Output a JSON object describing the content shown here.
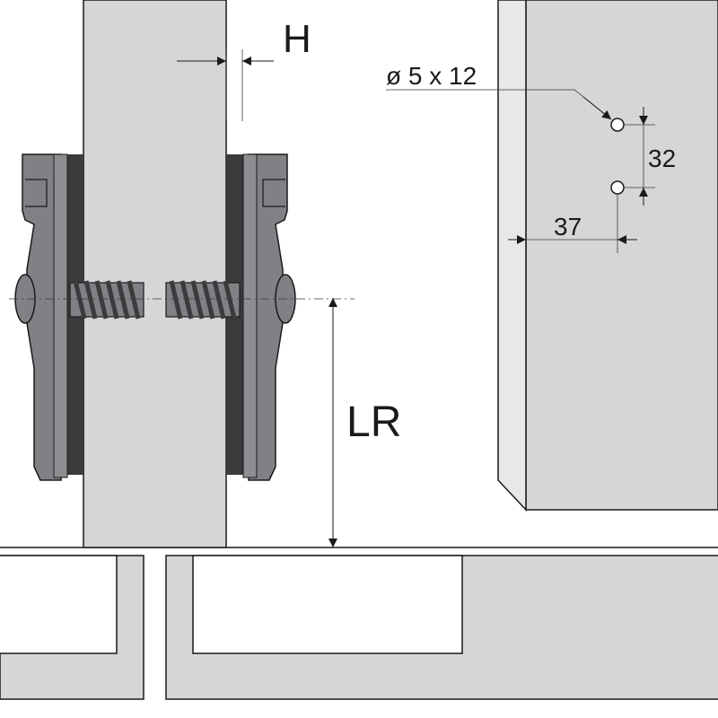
{
  "colors": {
    "panel_fill": "#d6d6d8",
    "panel_stroke": "#1a1a1a",
    "plate_fill": "#808184",
    "plate_dark": "#3b3b3d",
    "dimension_line": "#3a3a3a",
    "background": "#ffffff"
  },
  "labels": {
    "thickness": "H",
    "drill_spec": "ø 5 x 12",
    "vertical_spacing": "32",
    "edge_distance": "37",
    "height_offset": "LR"
  },
  "icons": {
    "left_mounting_plate": "mounting-plate-icon",
    "right_mounting_plate": "mounting-plate-icon",
    "drill_holes": "drill-hole-icon",
    "arrows": "dimension-arrow-icon"
  }
}
